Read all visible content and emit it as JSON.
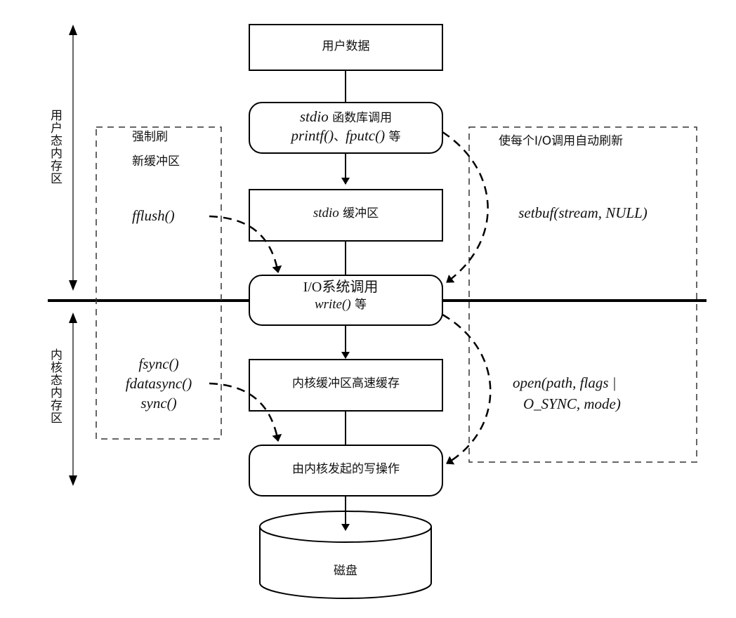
{
  "diagram": {
    "regions": {
      "user_space": "用户态内存区",
      "kernel_space": "内核态内存区"
    },
    "nodes": {
      "user_data": "用户数据",
      "stdio_call": {
        "italic": "stdio",
        "text": " 函数库调用",
        "line2_italic_1": "printf()",
        "line2_sep": "、",
        "line2_italic_2": "fputc()",
        "line2_suffix": " 等"
      },
      "stdio_buffer": {
        "italic": "stdio",
        "text": " 缓冲区"
      },
      "io_syscall": {
        "line1": "I/O系统调用",
        "line2_italic": "write()",
        "line2_suffix": " 等"
      },
      "kernel_cache": "内核缓冲区高速缓存",
      "kernel_write": "由内核发起的写操作",
      "disk": "磁盘"
    },
    "left_box": {
      "title_line1": "强制刷",
      "title_line2": "新缓冲区",
      "fflush": "fflush()",
      "fsync": "fsync()",
      "fdatasync": "fdatasync()",
      "sync": "sync()"
    },
    "right_box": {
      "title": "使每个I/O调用自动刷新",
      "setbuf": "setbuf(stream, NULL)",
      "open_line1": "open(path, flags |",
      "open_line2": "O_SYNC, mode)"
    }
  }
}
